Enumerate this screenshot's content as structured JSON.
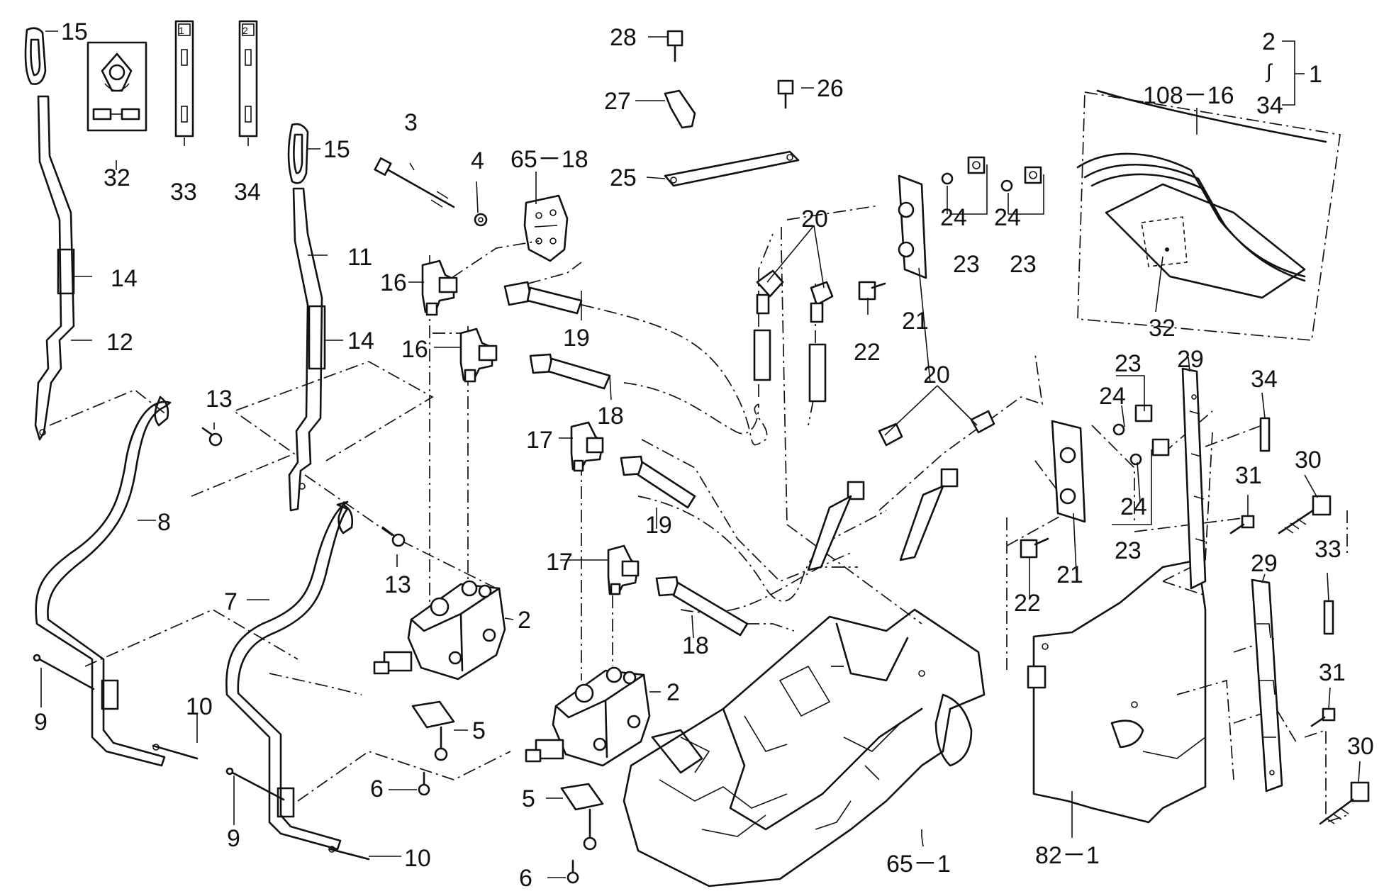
{
  "diagram": {
    "labels": {
      "l1": "1",
      "l2a": "2",
      "l2b": "2",
      "l2c": "2",
      "l3": "3",
      "l4": "4",
      "l5a": "5",
      "l5b": "5",
      "l6a": "6",
      "l6b": "6",
      "l7": "7",
      "l8": "8",
      "l9a": "9",
      "l9b": "9",
      "l10a": "10",
      "l10b": "10",
      "l11": "11",
      "l12": "12",
      "l13a": "13",
      "l13b": "13",
      "l14a": "14",
      "l14b": "14",
      "l15a": "15",
      "l15b": "15",
      "l16a": "16",
      "l16b": "16",
      "l17a": "17",
      "l17b": "17",
      "l18a": "18",
      "l18b": "18",
      "l19a": "19",
      "l19b": "19",
      "l20a": "20",
      "l20b": "20",
      "l21a": "21",
      "l21b": "21",
      "l22a": "22",
      "l22b": "22",
      "l23a": "23",
      "l23b": "23",
      "l23c": "23",
      "l23d": "23",
      "l24a": "24",
      "l24b": "24",
      "l24c": "24",
      "l24d": "24",
      "l25": "25",
      "l26": "26",
      "l27": "27",
      "l28": "28",
      "l29a": "29",
      "l29b": "29",
      "l30a": "30",
      "l30b": "30",
      "l31a": "31",
      "l31b": "31",
      "l32a": "32",
      "l32b": "32",
      "l33a": "33",
      "l33b": "33",
      "l34a": "34",
      "l34b": "34",
      "l34c": "34",
      "l65_1": "65－1",
      "l65_18": "65－18",
      "l82_1": "82－1",
      "l108_16": "108－16",
      "tilde": "∫"
    },
    "decal_numbers": {
      "d1": "1",
      "d2": "2"
    }
  }
}
